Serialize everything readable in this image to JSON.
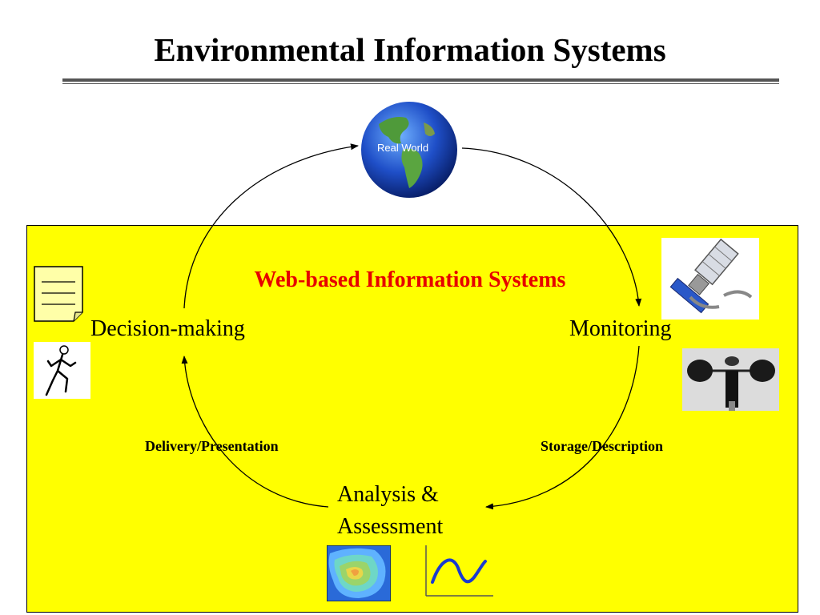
{
  "title": "Environmental Information Systems",
  "panel_title": "Web-based Information Systems",
  "nodes": {
    "real_world": "Real World",
    "monitoring": "Monitoring",
    "decision": "Decision-making",
    "analysis_line1": "Analysis &",
    "analysis_line2": "Assessment"
  },
  "edges": {
    "storage": "Storage/Description",
    "delivery": "Delivery/Presentation"
  },
  "icons": [
    "globe-icon",
    "document-icon",
    "runner-icon",
    "satellite-icon",
    "anemometer-icon",
    "contour-map-icon",
    "line-graph-icon"
  ],
  "colors": {
    "panel": "#ffff00",
    "panel_title": "#e60000"
  }
}
